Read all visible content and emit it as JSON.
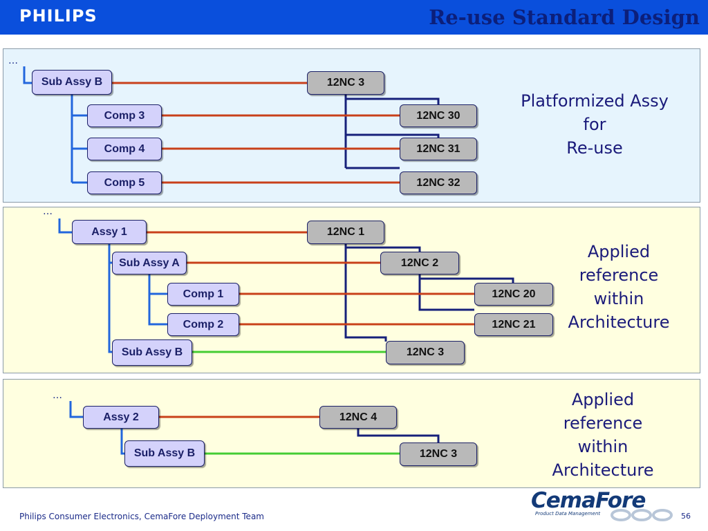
{
  "header": {
    "logo": "PHILIPS",
    "title": "Re-use Standard Design",
    "bg_color": "#0a4fdc"
  },
  "colors": {
    "product_line": "#c8401a",
    "reference_line": "#44cc33",
    "hierarchy_line": "#2266dd",
    "nc_bracket": "#16207a",
    "item_fill": "#d4d2fb",
    "nc_fill": "#b9b9b9"
  },
  "panels": [
    {
      "ellipsis": "…",
      "label_lines": [
        "Platformized Assy",
        "for",
        "Re-use"
      ],
      "items": [
        "Sub Assy B",
        "Comp 3",
        "Comp 4",
        "Comp 5"
      ],
      "ncs": [
        "12NC 3",
        "12NC 30",
        "12NC 31",
        "12NC 32"
      ]
    },
    {
      "ellipsis": "…",
      "label_lines": [
        "Applied",
        "reference",
        "within",
        "Architecture"
      ],
      "items": [
        "Assy 1",
        "Sub Assy A",
        "Comp 1",
        "Comp 2",
        "Sub Assy B"
      ],
      "ncs": [
        "12NC 1",
        "12NC 2",
        "12NC 20",
        "12NC 21",
        "12NC 3"
      ]
    },
    {
      "ellipsis": "…",
      "label_lines": [
        "Applied",
        "reference",
        "within",
        "Architecture"
      ],
      "items": [
        "Assy 2",
        "Sub Assy B"
      ],
      "ncs": [
        "12NC 4",
        "12NC 3"
      ]
    }
  ],
  "footer": {
    "text": "Philips Consumer Electronics, CemaFore Deployment Team",
    "page": "56",
    "brand": "CemaFore",
    "brand_tagline": "Product Data Management"
  }
}
